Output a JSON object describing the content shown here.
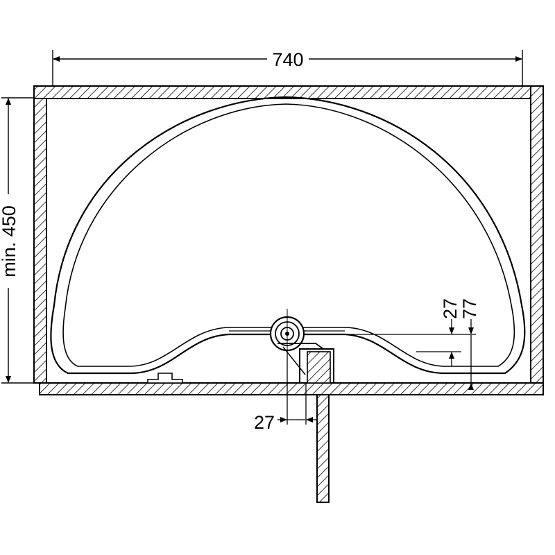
{
  "dimensions": {
    "overall_width": "740",
    "min_depth": "min. 450",
    "hinge_offset_small": "27",
    "hinge_offset_large": "77",
    "door_offset": "27"
  },
  "colors": {
    "line": "#000000",
    "background": "#ffffff"
  }
}
